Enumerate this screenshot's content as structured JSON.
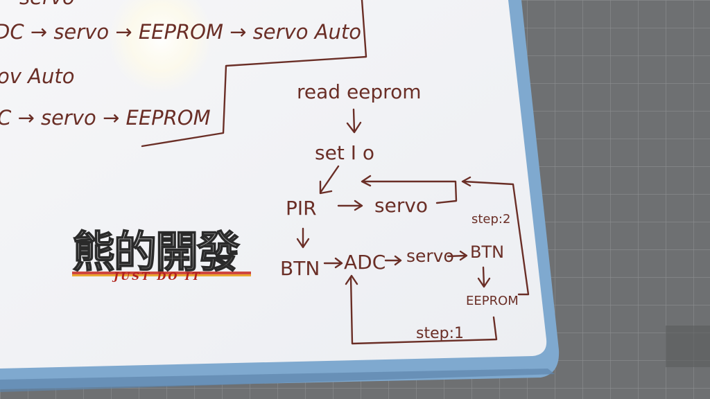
{
  "board": {
    "lines": {
      "top_partial": "servo",
      "adc_chain": "DC → servo → EEPROM → servo Auto",
      "mov_auto": "ov Auto",
      "c_chain": "C → servo → EEPROM"
    },
    "flow": {
      "read_eeprom": "read eeprom",
      "set_io": "set I o",
      "pir": "PIR",
      "servo": "servo",
      "btn": "BTN",
      "adc": "ADC",
      "servo2": "servo",
      "btn2": "BTN",
      "eeprom": "EEPROM",
      "step1": "step:1",
      "step2": "step:2"
    }
  },
  "logo": {
    "title": "熊的開發",
    "subtitle": "JUST DO IT"
  },
  "colors": {
    "marker": "#6a2e26",
    "board": "#f4f4f6",
    "frame_blue": "#7fa9cf",
    "mat": "#6f7173",
    "logo_red": "#c8281e"
  }
}
